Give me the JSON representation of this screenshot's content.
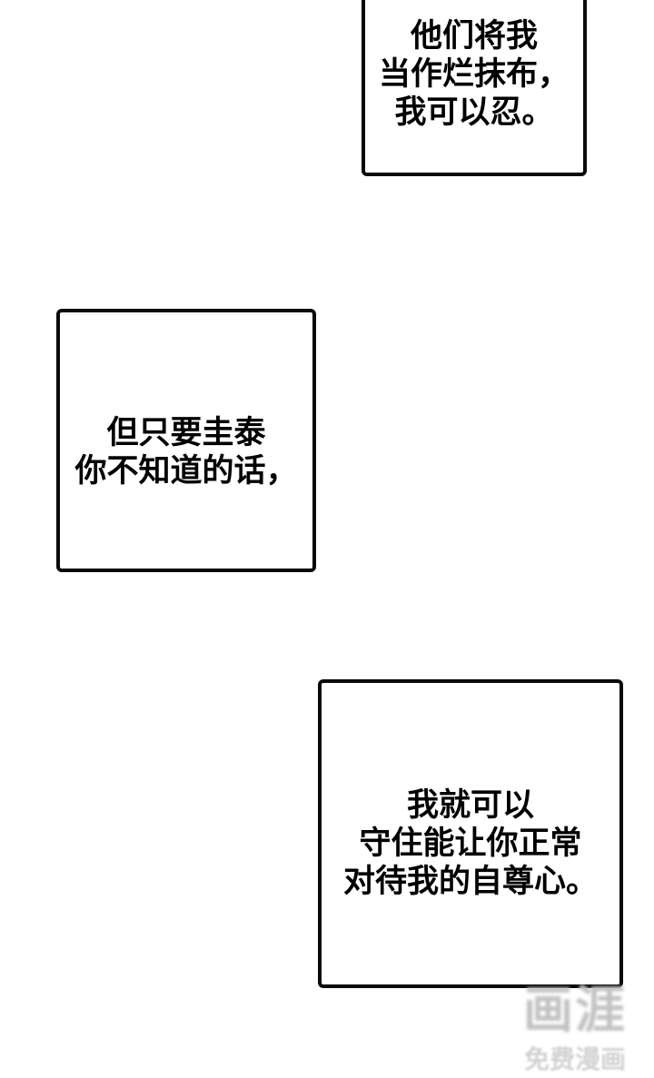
{
  "page": {
    "background": "#ffffff",
    "panel_border_color": "#0a0a0a",
    "text_color": "#000000"
  },
  "panels": [
    {
      "id": "top",
      "lines": [
        "他们将我",
        "当作烂抹布，",
        "我可以忍。"
      ]
    },
    {
      "id": "middle",
      "lines": [
        "但只要圭泰",
        "你不知道的话，"
      ]
    },
    {
      "id": "bottom",
      "lines": [
        "我就可以",
        "守住能让你正常",
        "对待我的自尊心。"
      ]
    }
  ],
  "watermark": {
    "logo": "画涯",
    "tagline": "免费漫画",
    "logo_color": "#c2c2c2",
    "tagline_color": "#d2d2d2"
  }
}
